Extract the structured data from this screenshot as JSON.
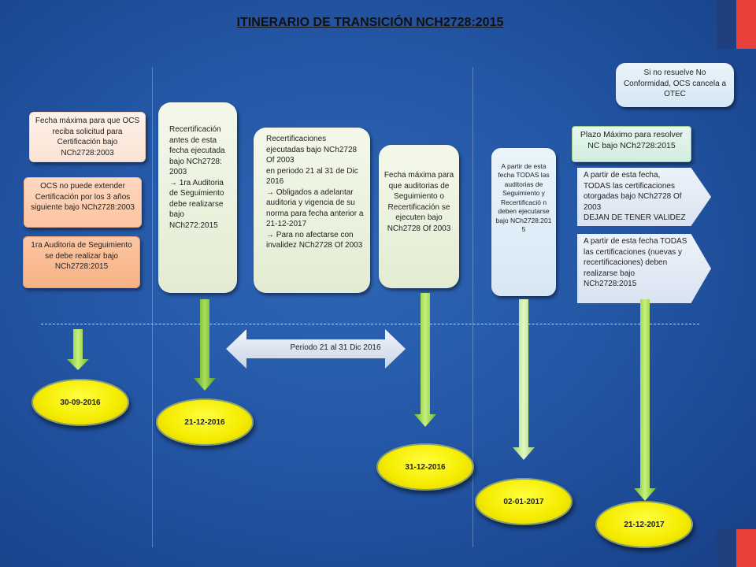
{
  "title": "ITINERARIO DE TRANSICIÓN  NCH2728:2015",
  "colors": {
    "background": "#2457a6",
    "date_ellipse": "#f5ec00",
    "green_arrow": "#8fd34c",
    "flag_red": "#e8403a",
    "flag_blue": "#1f3f7f"
  },
  "boxes": {
    "fecha_maxima_ocs": "Fecha máxima para  que OCS reciba solicitud para Certificación bajo NCh2728:2003",
    "ocs_no_puede": "OCS no puede extender Certificación por los 3 años siguiente bajo NCh2728:2003",
    "primera_auditoria": "1ra Auditoria  de Seguimiento  se debe realizar bajo NCh2728:2015",
    "recertificacion_antes": "Recertificación antes de esta fecha ejecutada bajo NCh2728:\n2003\n→  1ra Auditoria de Seguimiento debe realizarse bajo NCh272:2015",
    "recertificaciones_ejecutadas": "Recertificaciones ejecutadas bajo NCh2728 Of 2003\nen periodo 21 al 31 de Dic 2016\n→ Obligados a adelantar auditoria y vigencia de su norma para fecha anterior a 21-12-2017\n→ Para no afectarse con invalidez NCh2728 Of 2003",
    "fecha_maxima_auditorias": "Fecha máxima para que auditorias de Seguimiento o Recertificación se ejecuten bajo NCh2728 Of 2003",
    "a_partir_todas_auditorias": "A partir de esta fecha TODAS las auditorias de Seguimiento y Recertificació n deben ejecutarse bajo NCh2728:201 5",
    "si_no_resuelve": "Si no  resuelve No Conformidad, OCS cancela   a OTEC",
    "plazo_maximo": "Plazo Máximo  para resolver NC bajo NCh2728:2015",
    "dejan_validez": "A partir de esta fecha,  TODAS las certificaciones otorgadas  bajo NCh2728 Of 2003\nDEJAN DE TENER VALIDEZ",
    "nuevas_certificaciones": "A partir de esta fecha  TODAS las  certificaciones (nuevas y recertificaciones) deben realizarse bajo NCh2728:2015"
  },
  "periodo_label": "Periodo 21 al 31 Dic 2016",
  "dates": {
    "d1": "30-09-2016",
    "d2": "21-12-2016",
    "d3": "31-12-2016",
    "d4": "02-01-2017",
    "d5": "21-12-2017"
  }
}
